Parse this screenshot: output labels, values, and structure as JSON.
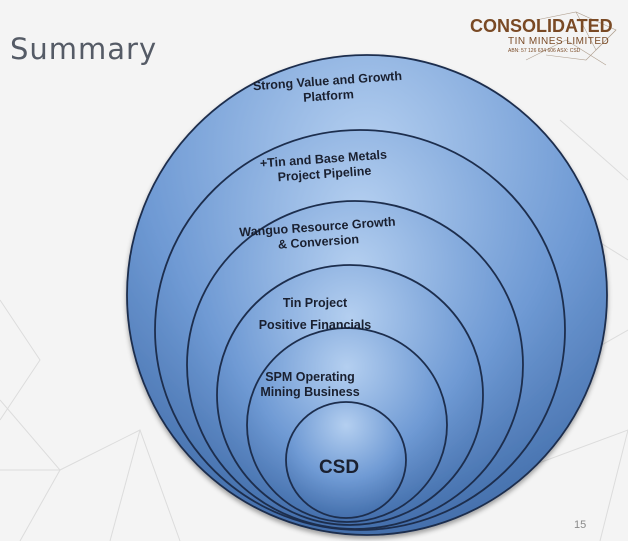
{
  "slide": {
    "title": "Summary",
    "page_number": "15"
  },
  "logo": {
    "name": "CONSOLIDATED",
    "subtitle": "TIN MINES LIMITED",
    "small_print": "ABN: 57 126 634 606  ASX: CSD"
  },
  "rings": [
    {
      "line1": "Strong Value and Growth",
      "line2": "Platform"
    },
    {
      "line1": "+Tin and Base Metals",
      "line2": "Project Pipeline"
    },
    {
      "line1": "Wanguo Resource Growth",
      "line2": "& Conversion"
    },
    {
      "line1": "Tin Project",
      "line2": "Positive Financials"
    },
    {
      "line1": "SPM Operating",
      "line2": "Mining Business"
    },
    {
      "line1": "CSD",
      "line2": ""
    }
  ],
  "colors": {
    "ring_fill_light": "#a9c6ea",
    "ring_fill_dark": "#3f6fae",
    "ring_stroke": "#1f2d4d",
    "logo": "#7a4a25"
  }
}
